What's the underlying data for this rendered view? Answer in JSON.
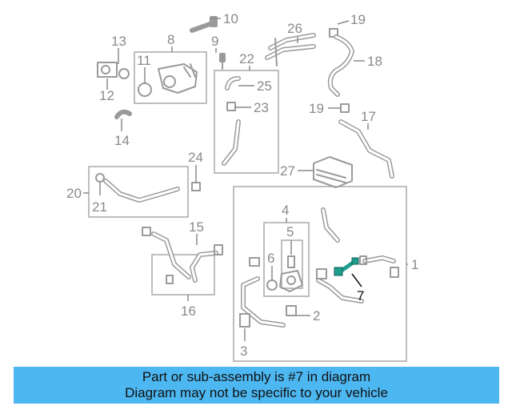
{
  "callouts": {
    "c1": "1",
    "c2": "2",
    "c3": "3",
    "c4": "4",
    "c5": "5",
    "c6": "6",
    "c7": "7",
    "c8": "8",
    "c9": "9",
    "c10": "10",
    "c11": "11",
    "c12": "12",
    "c13": "13",
    "c14": "14",
    "c15": "15",
    "c16": "16",
    "c17": "17",
    "c18": "18",
    "c19a": "19",
    "c19b": "19",
    "c20": "20",
    "c21": "21",
    "c22": "22",
    "c23": "23",
    "c24": "24",
    "c25": "25",
    "c26": "26",
    "c27": "27"
  },
  "highlight": {
    "part": "7",
    "color": "#1e9e8c"
  },
  "colors": {
    "banner": "#4db7f1",
    "line": "#9a9a9a"
  },
  "banner": {
    "line1": "Part or sub-assembly is #7 in diagram",
    "line2": "Diagram may not be specific to your vehicle"
  }
}
